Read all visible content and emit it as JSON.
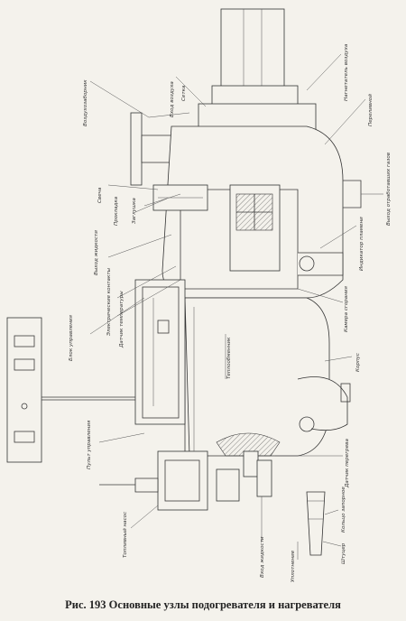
{
  "caption": "Рис. 193 Основные узлы подогревателя и нагревателя",
  "labels": {
    "vozdukhozabornik": "Воздухозаборник",
    "vkhod_vozdukha": "Вход воздуха",
    "setka": "Сетка",
    "nagnetatel_vozdukha": "Нагнетатель воздуха",
    "pereliv": "Переливной",
    "svecha": "Свеча",
    "prokladka": "Прокладка",
    "zaglushka": "Заглушка",
    "vykhod_gazov": "Выход отработавших газов",
    "vykhod_zhidkosti": "Выход жидкости",
    "elektricheskie_kontakty": "Электрические контакты",
    "datchik_temperatury": "Датчик температуры",
    "indikator_plameni": "Индикатор пламени",
    "kamera_sgoraniya": "Камера сгорания",
    "blok_upravleniya": "Блок управления",
    "teploobmennik": "Теплообменник",
    "korpus": "Корпус",
    "pult_upravleniya": "Пульт управления",
    "datchik_peregreva": "Датчик перегрева",
    "toplivnyi_nasos": "Топливный насос",
    "vkhod_zhidkosti": "Вход жидкости",
    "uplotnenie": "Уплотнение",
    "koltso_zapornoe": "Кольцо запорное",
    "shtutser": "Штуцер"
  }
}
